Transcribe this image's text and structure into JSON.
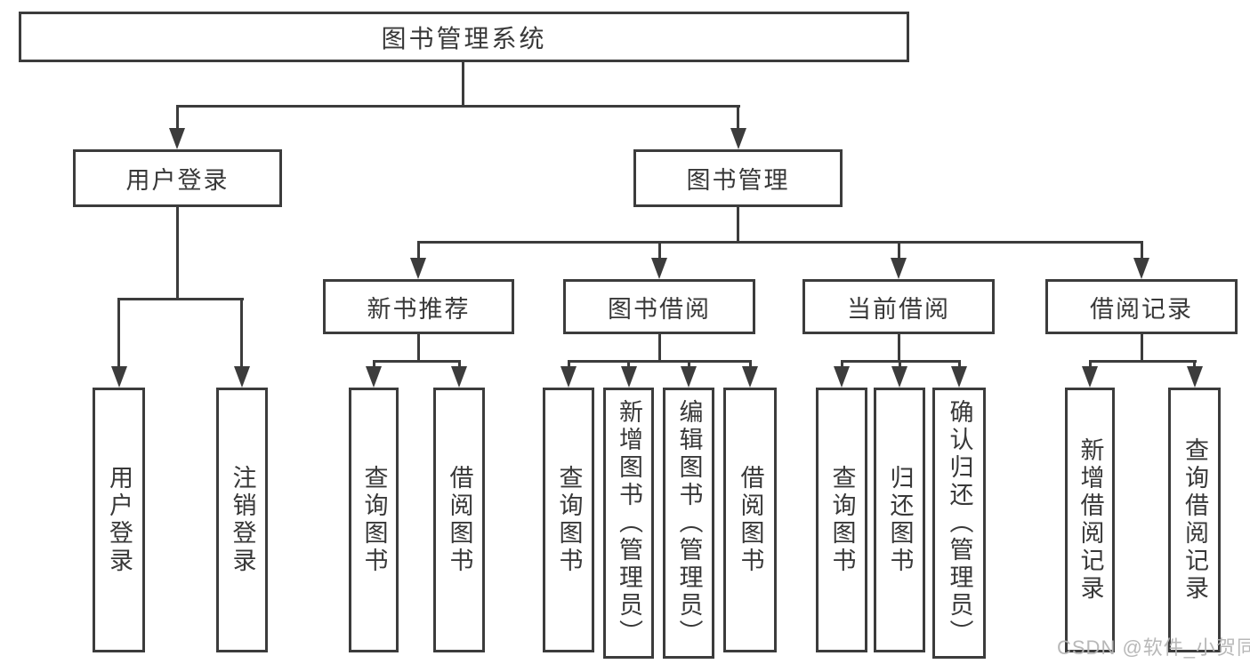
{
  "diagram": {
    "root": {
      "label": "图书管理系统"
    },
    "level2": [
      {
        "label": "用户登录"
      },
      {
        "label": "图书管理"
      }
    ],
    "level3": [
      {
        "label": "新书推荐"
      },
      {
        "label": "图书借阅"
      },
      {
        "label": "当前借阅"
      },
      {
        "label": "借阅记录"
      }
    ],
    "leaves": {
      "user_login": [
        {
          "label": "用户登录"
        },
        {
          "label": "注销登录"
        }
      ],
      "new_book_recommend": [
        {
          "label": "查询图书"
        },
        {
          "label": "借阅图书"
        }
      ],
      "book_borrow": [
        {
          "label": "查询图书"
        },
        {
          "label": "新增图书（管理员）"
        },
        {
          "label": "编辑图书（管理员）"
        },
        {
          "label": "借阅图书"
        }
      ],
      "current_borrow": [
        {
          "label": "查询图书"
        },
        {
          "label": "归还图书"
        },
        {
          "label": "确认归还（管理员）"
        }
      ],
      "borrow_record": [
        {
          "label": "新增借阅记录"
        },
        {
          "label": "查询借阅记录"
        }
      ]
    }
  },
  "watermark": {
    "text": "CSDN @软件_小贺同学"
  },
  "colors": {
    "line": "#3c3c3c",
    "text": "#383838",
    "watermark": "#b5b5b5",
    "background": "#ffffff"
  }
}
